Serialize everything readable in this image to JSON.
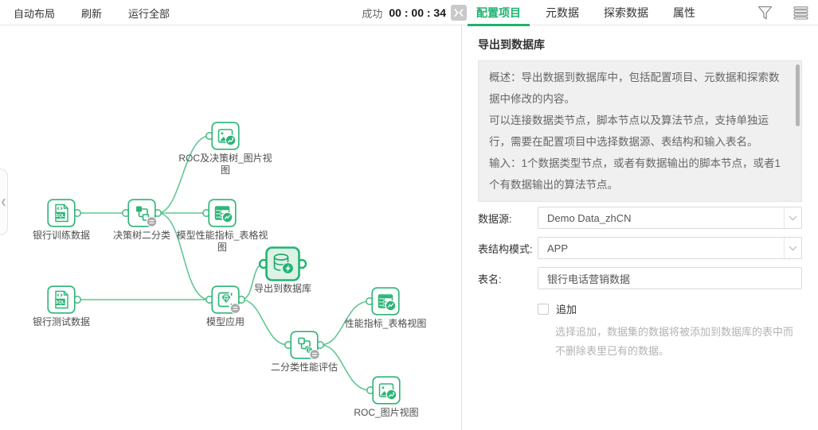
{
  "toolbar": {
    "auto_layout": "自动布局",
    "refresh": "刷新",
    "run_all": "运行全部"
  },
  "status": {
    "label": "成功",
    "timer": "00 : 00 : 34"
  },
  "tabs": [
    {
      "label": "配置项目",
      "active": true
    },
    {
      "label": "元数据",
      "active": false
    },
    {
      "label": "探索数据",
      "active": false
    },
    {
      "label": "属性",
      "active": false
    }
  ],
  "panel": {
    "title": "导出到数据库",
    "description": [
      "概述：导出数据到数据库中，包括配置项目、元数据和探索数据中修改的内容。",
      "可以连接数据类节点，脚本节点以及算法节点，支持单独运行，需要在配置项目中选择数据源、表结构和输入表名。",
      "输入：1个数据类型节点，或者有数据输出的脚本节点，或者1个有数据输出的算法节点。"
    ],
    "fields": {
      "datasource_label": "数据源:",
      "datasource_value": "Demo Data_zhCN",
      "schema_label": "表结构模式:",
      "schema_value": "APP",
      "table_label": "表名:",
      "table_value": "银行电话营销数据"
    },
    "append": {
      "label": "追加",
      "checked": false,
      "help": "选择追加，数据集的数据将被添加到数据库的表中而不删除表里已有的数据。"
    }
  },
  "canvas": {
    "nodes": [
      {
        "label": "银行训练数据",
        "icon": "sql-file-icon"
      },
      {
        "label": "决策树二分类",
        "icon": "decision-tree-icon"
      },
      {
        "label": "ROC及决策树_图片视图",
        "icon": "image-view-icon"
      },
      {
        "label": "模型性能指标_表格视图",
        "icon": "table-view-icon"
      },
      {
        "label": "导出到数据库",
        "icon": "database-export-icon",
        "selected": true
      },
      {
        "label": "银行测试数据",
        "icon": "sql-file-icon"
      },
      {
        "label": "模型应用",
        "icon": "model-apply-icon"
      },
      {
        "label": "性能指标_表格视图",
        "icon": "table-view-icon"
      },
      {
        "label": "二分类性能评估",
        "icon": "binary-evaluate-icon"
      },
      {
        "label": "ROC_图片视图",
        "icon": "image-view-icon"
      }
    ]
  },
  "icons": {
    "sql_label": "SQL",
    "eval_letter": "E"
  },
  "colors": {
    "accent": "#1cb36f",
    "node_green": "#2cb576",
    "edge_green": "#63c693",
    "selected_fill": "#dcf2e6",
    "badge_gray": "#a9a9a9"
  }
}
